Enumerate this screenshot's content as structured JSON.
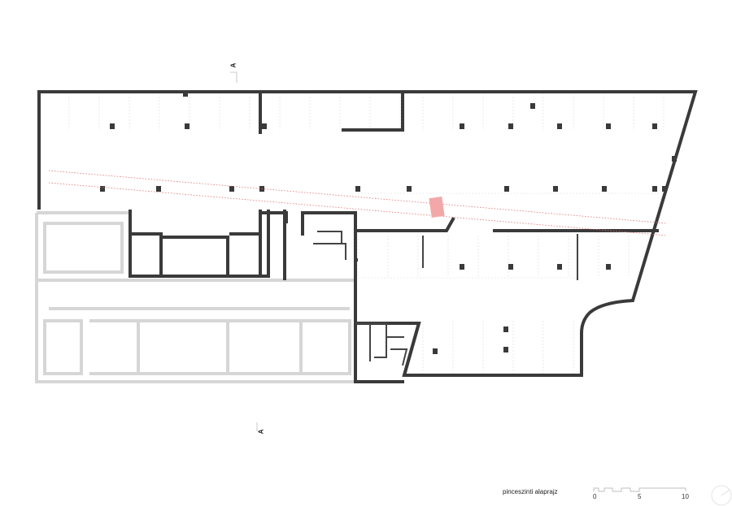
{
  "drawing": {
    "title": "pinceszinti alaprajz",
    "section_markers": [
      "A",
      "A"
    ],
    "scale_bar": {
      "labels": [
        "0",
        "5",
        "10"
      ],
      "unit_max": 10
    },
    "colors": {
      "wall": "#3a3a3a",
      "existing": "#d8d8d8",
      "highlight": "#f2a8a8",
      "dashed": "#e07070"
    }
  }
}
